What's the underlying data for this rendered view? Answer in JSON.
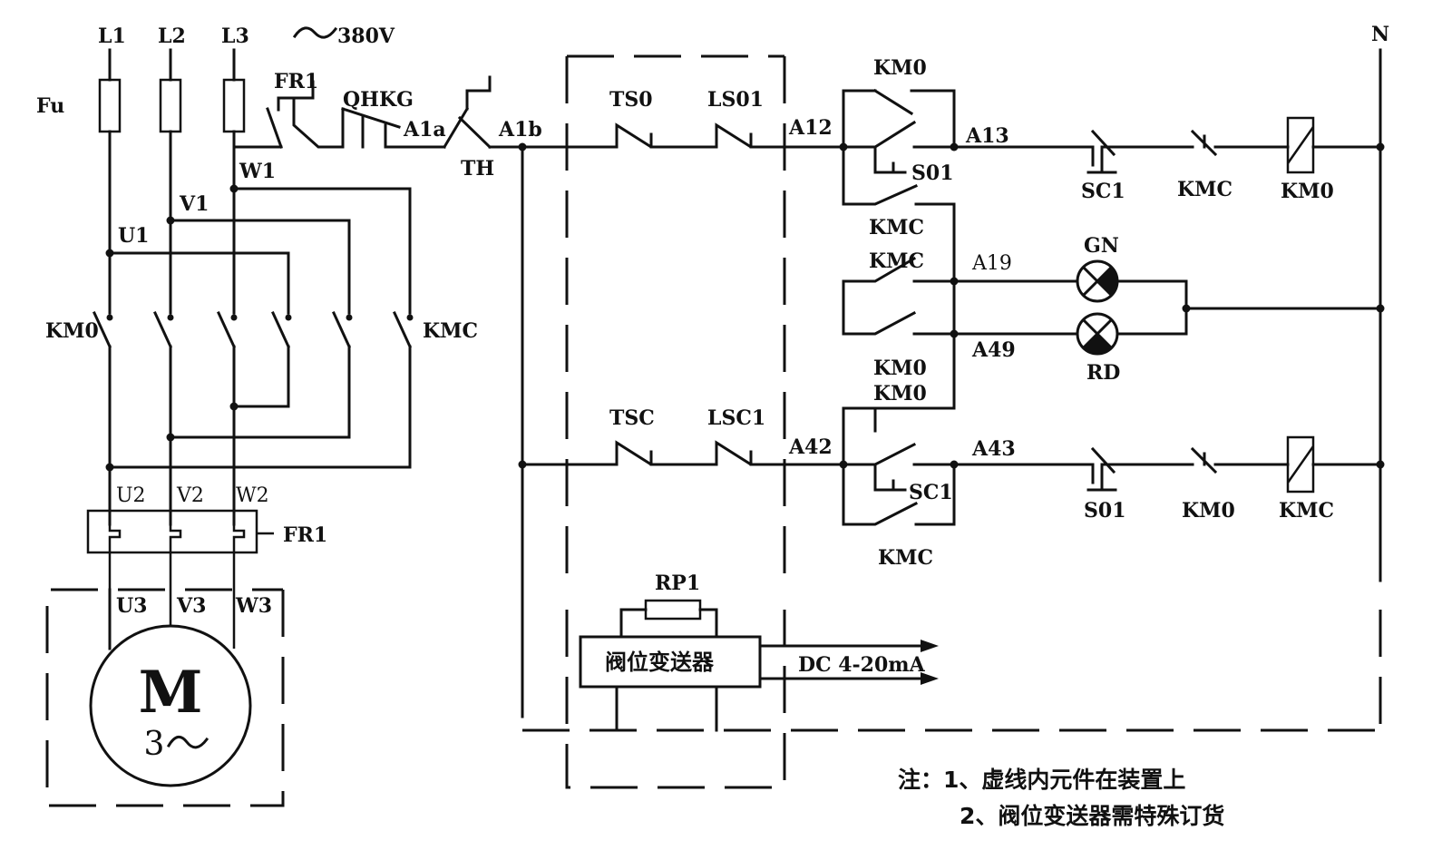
{
  "labels": {
    "l1": "L1",
    "l2": "L2",
    "l3": "L3",
    "n": "N",
    "voltage": "380V",
    "fu": "Fu",
    "fr1_top": "FR1",
    "fr1_relay": "FR1",
    "qhkg": "QHKG",
    "a1a": "A1a",
    "a1b": "A1b",
    "th": "TH",
    "u1": "U1",
    "v1": "V1",
    "w1": "W1",
    "kmo_main": "KM0",
    "kmc_main": "KMC",
    "u2": "U2",
    "v2": "V2",
    "w2": "W2",
    "u3": "U3",
    "v3": "V3",
    "w3": "W3",
    "motor_m": "M",
    "motor_phase": "3",
    "tso": "TS0",
    "lso1": "LS01",
    "tsc": "TSC",
    "lsc1": "LSC1",
    "a12": "A12",
    "a13": "A13",
    "a42": "A42",
    "a43": "A43",
    "a19": "A19",
    "a49": "A49",
    "kmo_hold": "KM0",
    "so1_btn": "S01",
    "kmc_int1": "KMC",
    "kmc_lamp": "KMC",
    "kmo_lamp": "KM0",
    "kmo_int2": "KM0",
    "sc1_btn": "SC1",
    "kmc_hold2": "KMC",
    "sc1_nc": "SC1",
    "kmc_nc": "KMC",
    "kmo_coil": "KM0",
    "so1_nc": "S01",
    "kmo_nc": "KM0",
    "kmc_coil": "KMC",
    "gn": "GN",
    "rd": "RD",
    "rp1": "RP1",
    "transmitter": "阀位变送器",
    "dc_out": "DC 4-20mA"
  },
  "notes": {
    "line1": "注：1、虚线内元件在装置上",
    "line2": "2、阀位变送器需特殊订货"
  },
  "icons": {
    "ac_symbol": "tilde-ac-icon",
    "lamp": "indicator-lamp-icon",
    "coil": "relay-coil-icon",
    "motor": "three-phase-motor-icon"
  },
  "colors": {
    "line": "#111111",
    "background": "#ffffff"
  }
}
